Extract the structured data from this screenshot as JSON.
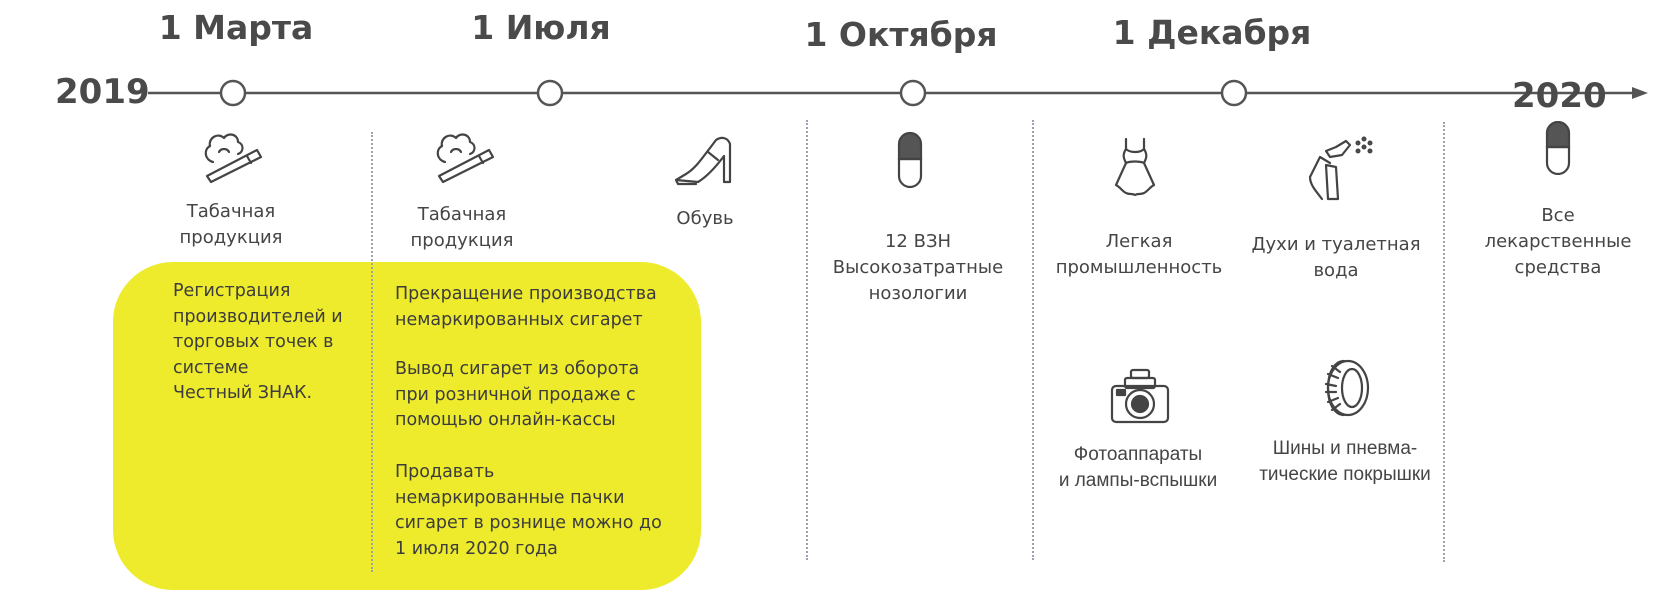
{
  "timeline": {
    "start_year": "2019",
    "end_year": "2020",
    "dates": [
      "1 Марта",
      "1 Июля",
      "1 Октября",
      "1 Декабря"
    ]
  },
  "items": {
    "tobacco_march": "Табачная\nпродукция",
    "tobacco_july": "Табачная\nпродукция",
    "shoes": "Обувь",
    "vzn": "12 ВЗН\nВысокозатратные\nнозологии",
    "light_industry": "Легкая\nпромышленность",
    "perfume": "Духи и туалетная\nвода",
    "cameras": "Фотоаппараты\nи лампы-вспышки",
    "tires": "Шины и пневма-\nтические покрышки",
    "all_medicines": "Все\nлекарственные\nсредства"
  },
  "notes": {
    "march": "Регистрация\nпроизводителей и\nторговых точек в\nсистеме\nЧестный ЗНАК.",
    "july": [
      "Прекращение производства\nнемаркированных сигарет",
      "Вывод сигарет из оборота\nпри розничной продаже с\nпомощью онлайн-кассы",
      "Продавать\nнемаркированные пачки\nсигарет в рознице можно до\n1 июля 2020 года"
    ]
  },
  "colors": {
    "highlight": "#eeeb2c",
    "line": "#555555",
    "text": "#444444"
  },
  "icons": [
    "cigarette-icon",
    "shoe-icon",
    "pill-capsule-icon",
    "dress-icon",
    "perfume-spray-icon",
    "camera-icon",
    "tire-icon"
  ]
}
